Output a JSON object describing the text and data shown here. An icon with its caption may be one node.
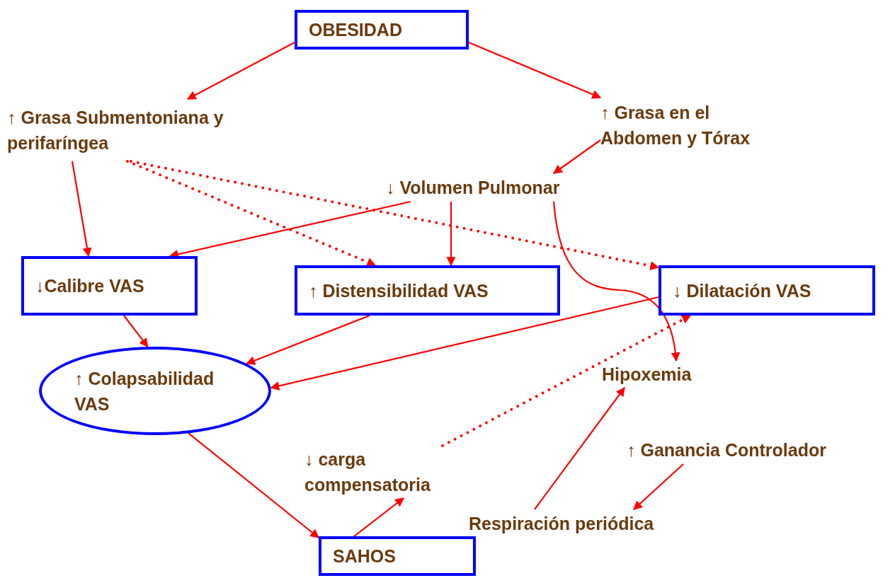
{
  "diagram": {
    "nodes": [
      {
        "text": [
          "OBESIDAD"
        ]
      },
      {
        "text": [
          "↑ Grasa Submentoniana y perifaríngea"
        ]
      },
      {
        "text": [
          "↑ Grasa en el Abdomen  y Tórax"
        ]
      },
      {
        "text": [
          "↓ Volumen Pulmonar"
        ]
      },
      {
        "text": [
          "↓Calibre VAS"
        ]
      },
      {
        "text": [
          "↑ Distensibilidad VAS"
        ]
      },
      {
        "text": [
          "↓ Dilatación VAS"
        ]
      },
      {
        "text": [
          "↑ Colapsabilidad VAS"
        ]
      },
      {
        "text": [
          "Hipoxemia"
        ]
      },
      {
        "text": [
          "↑ Ganancia Controlador"
        ]
      },
      {
        "text": [
          "↓ carga compensatoria"
        ]
      },
      {
        "text": [
          "Respiración periódica"
        ]
      },
      {
        "text": [
          "SAHOS"
        ]
      }
    ],
    "edges": [
      {
        "from": 0,
        "to": 1,
        "arrow": "to"
      },
      {
        "from": 0,
        "to": 2,
        "arrow": "to"
      },
      {
        "from": 2,
        "to": 3,
        "arrow": "to"
      },
      {
        "from": 1,
        "to": 4,
        "arrow": "to"
      },
      {
        "from": 1,
        "to": 5,
        "arrow": "to",
        "style": "dashed"
      },
      {
        "from": 1,
        "to": 6,
        "arrow": "to",
        "style": "dashed"
      },
      {
        "from": 3,
        "to": 4,
        "arrow": "to"
      },
      {
        "from": 3,
        "to": 5,
        "arrow": "to"
      },
      {
        "from": 3,
        "to": 8,
        "arrow": "to"
      },
      {
        "from": 4,
        "to": 7,
        "arrow": "to"
      },
      {
        "from": 5,
        "to": 7,
        "arrow": "to"
      },
      {
        "from": 6,
        "to": 7,
        "arrow": "to"
      },
      {
        "from": 7,
        "to": 12,
        "arrow": "to"
      },
      {
        "from": 12,
        "to": 10,
        "arrow": "to"
      },
      {
        "from": 10,
        "to": 6,
        "arrow": "to",
        "style": "dashed"
      },
      {
        "from": 11,
        "to": 8,
        "arrow": "to"
      },
      {
        "from": 9,
        "to": 11,
        "arrow": "to"
      }
    ]
  }
}
